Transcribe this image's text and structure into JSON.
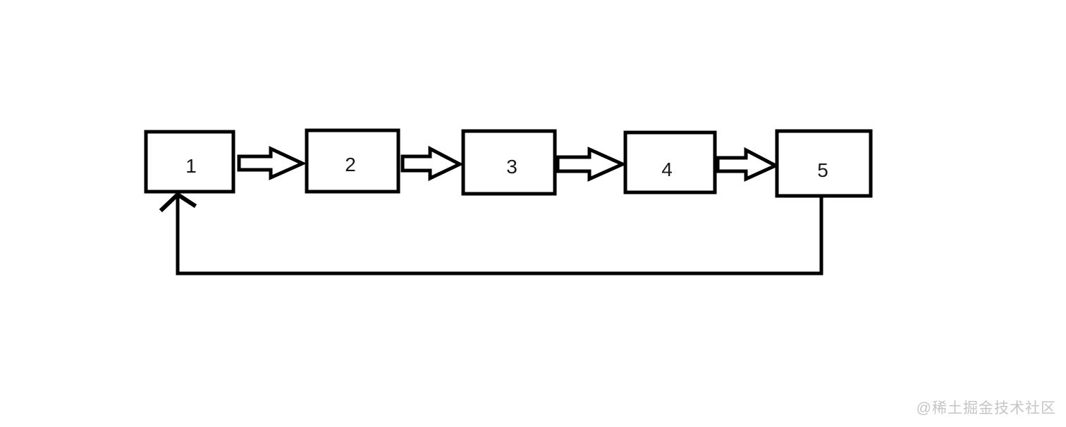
{
  "diagram": {
    "type": "flowchart-cycle",
    "background_color": "#ffffff",
    "stroke_color": "#000000",
    "node_fill_color": "#ffffff",
    "nodes": [
      {
        "label": "1"
      },
      {
        "label": "2"
      },
      {
        "label": "3"
      },
      {
        "label": "4"
      },
      {
        "label": "5"
      }
    ],
    "edges": [
      {
        "from": "1",
        "to": "2",
        "style": "block-arrow"
      },
      {
        "from": "2",
        "to": "3",
        "style": "block-arrow"
      },
      {
        "from": "3",
        "to": "4",
        "style": "block-arrow"
      },
      {
        "from": "4",
        "to": "5",
        "style": "block-arrow"
      },
      {
        "from": "5",
        "to": "1",
        "style": "thin-line-arrow",
        "route": "down-left-up feedback loop along bottom"
      }
    ]
  },
  "watermark": {
    "text": "@稀土掘金技术社区",
    "color": "#c5c5c5"
  }
}
